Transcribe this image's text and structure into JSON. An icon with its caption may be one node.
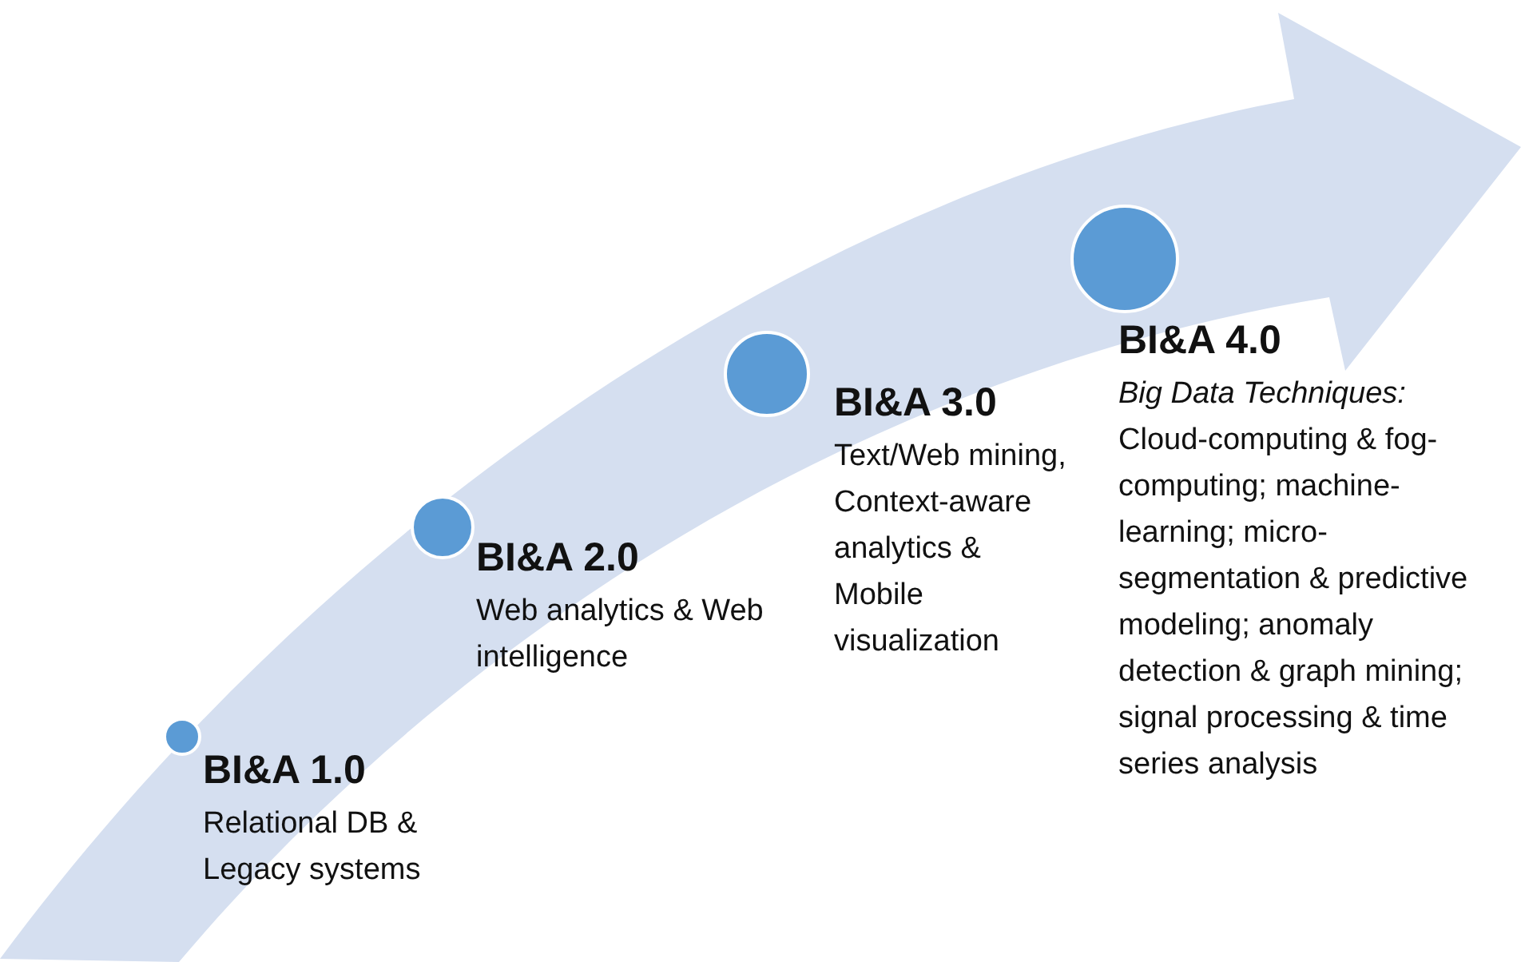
{
  "diagram": {
    "nodes": [
      {
        "text": [
          "BI&A 1.0",
          "Relational DB & Legacy systems"
        ]
      },
      {
        "text": [
          "BI&A 2.0",
          "Web analytics & Web intelligence"
        ]
      },
      {
        "text": [
          "BI&A 3.0",
          "Text/Web mining, Context-aware analytics & Mobile visualization"
        ]
      },
      {
        "text": [
          "BI&A 4.0",
          "Big Data Techniques:",
          "Cloud-computing & fog-computing; machine-learning; micro-segmentation & predictive modeling; anomaly detection & graph mining; signal processing & time series analysis"
        ]
      }
    ]
  }
}
